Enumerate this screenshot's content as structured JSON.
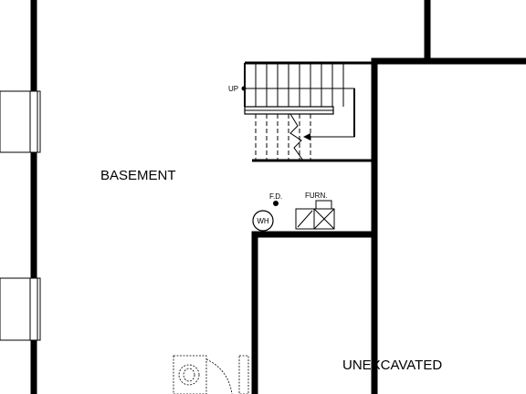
{
  "rooms": {
    "basement": "BASEMENT",
    "unexcavated": "UNEXCAVATED"
  },
  "stair": {
    "direction_label": "UP"
  },
  "fixtures": {
    "floor_drain": "F.D.",
    "furnace": "FURN.",
    "water_heater": "WH"
  },
  "colors": {
    "wall": "#000000",
    "background": "#ffffff"
  }
}
